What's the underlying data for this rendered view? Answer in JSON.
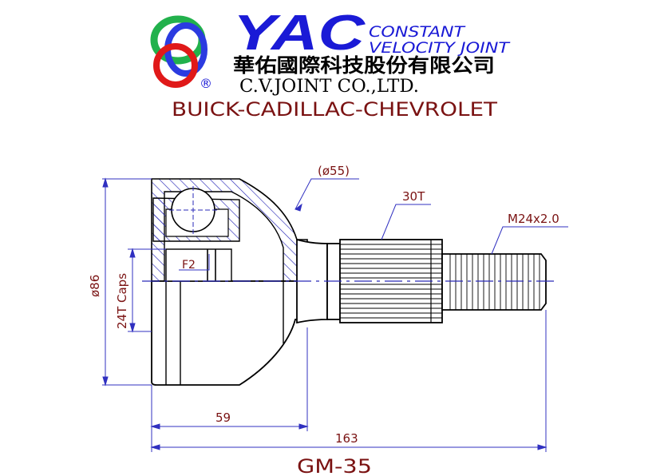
{
  "header": {
    "brand_mark": "YAC",
    "tagline_line1": "CONSTANT",
    "tagline_line2": "VELOCITY JOINT",
    "registered_symbol": "®",
    "company_chinese": "華佑國際科技股份有限公司",
    "company_english": "C.V.JOINT CO.,LTD.",
    "application": "BUICK-CADILLAC-CHEVROLET"
  },
  "colors": {
    "logo_green": "#22b14c",
    "logo_blue": "#2b3be0",
    "logo_red": "#e01919",
    "brand_blue": "#1a1ad6",
    "label_red": "#7a1212",
    "hatch_blue": "#2a2ab8",
    "dim_blue": "#3030c0",
    "body_black": "#000000"
  },
  "drawing": {
    "outer_diameter": "ø86",
    "abs_teeth": "24T Caps",
    "bell_diameter": "(ø55)",
    "spline": "30T",
    "thread": "M24x2.0",
    "feature": "F2",
    "length_bell": "59",
    "length_total": "163",
    "part_number": "GM-35"
  }
}
